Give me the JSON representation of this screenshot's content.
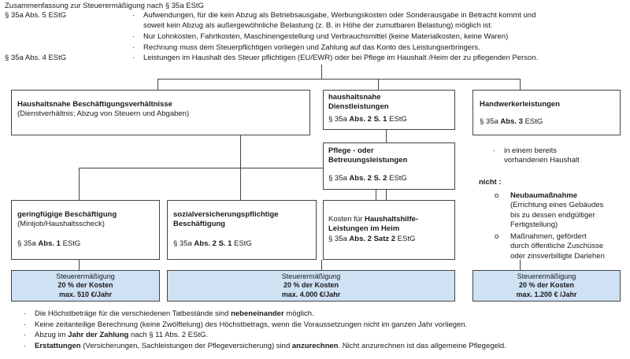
{
  "header": {
    "title": "Zusammenfassung zur Steuerermäßigung nach § 35a EStG",
    "ref1": "§ 35a Abs. 5 EStG",
    "ref2": "§ 35a Abs. 4 EStG",
    "bullet_sym": "·",
    "bullets": [
      "Aufwendungen, für die kein Abzug als Betriebsausgabe, Werbungskosten oder Sonderausgabe in Betracht kommt und",
      "soweit kein Abzug als außergewöhnliche Belastung (z. B. in Höhe der zumutbaren Belastung) möglich ist.",
      "Nur Lohnkosten, Fahrtkosten, Maschinengestellung und Verbrauchsmittel (keine Materialkosten, keine Waren)",
      "Rechnung muss dem Steuerpflichtigen vorliegen und Zahlung auf das Konto des Leistungserbringers.",
      "Leistungen im Haushalt des Steuer pflichtigen (EU/EWR) oder bei Pflege im Haushalt /Heim der zu pflegenden Person."
    ]
  },
  "boxes": {
    "hh_beschaeftigung": {
      "title": "Haushaltsnahe Beschäftigungsverhältnisse",
      "sub": "(Dienstverhältnis; Abzug von Steuern und Abgaben)"
    },
    "hh_dienst": {
      "title1": "haushaltsnahe",
      "title2": "Dienstleistungen",
      "ref_pre": "§ 35a ",
      "ref_bold": "Abs. 2 S. 1",
      "ref_post": " EStG"
    },
    "pflege": {
      "title1": "Pflege - oder",
      "title2": "Betreuungsleistungen",
      "ref_pre": "§ 35a ",
      "ref_bold": "Abs. 2 S. 2",
      "ref_post": " EStG"
    },
    "heim": {
      "line1_pre": "Kosten für ",
      "line1_bold": "Haushaltshilfe-",
      "line2_bold": "Leistungen im Heim",
      "ref_pre": "§ 35a ",
      "ref_bold": "Abs. 2 Satz 2",
      "ref_post": " EStG"
    },
    "geringfuegig": {
      "title": "geringfügige Beschäftigung",
      "sub": "(Minijob/Haushaltsscheck)",
      "ref_pre": "§ 35a ",
      "ref_bold": "Abs. 1",
      "ref_post": " EStG"
    },
    "svpflichtig": {
      "title1": "sozialversicherungspflichtige",
      "title2": "Beschäftigung",
      "ref_pre": "§ 35a ",
      "ref_bold": "Abs. 2 S. 1",
      "ref_post": " EStG"
    },
    "handwerker": {
      "title": "Handwerkerleistungen",
      "ref_pre": "§ 35a ",
      "ref_bold": "Abs. 3",
      "ref_post": " EStG",
      "bullet1": "in einem bereits",
      "bullet2": "vorhandenen Haushalt",
      "nicht": "nicht :",
      "o": "o",
      "n1_title": "Neubaumaßnahme",
      "n1_l1": "(Errichtung eines Gebäudes",
      "n1_l2": "bis zu dessen endgültiger",
      "n1_l3": "Fertigstellung)",
      "n2_l1": "Maßnahmen, gefördert",
      "n2_l2": "durch öffentliche Zuschüsse",
      "n2_l3": "oder zinsverbilligte Darlehen"
    }
  },
  "costs": [
    {
      "label": "Steuerermäßigung",
      "pct": "20  % der Kosten",
      "max": "max. 510  €/Jahr"
    },
    {
      "label": "Steuerermäßigung",
      "pct": "20  % der Kosten",
      "max": "max. 4.000  €/Jahr"
    },
    {
      "label": "Steuerermäßigung",
      "pct": "20  % der Kosten",
      "max": "max. 1.200  € /Jahr"
    }
  ],
  "footer": {
    "f1_pre": "Die Höchstbeträge für die verschiedenen Tatbestände sind ",
    "f1_bold": "nebeneinander",
    "f1_post": " möglich.",
    "f2": "Keine zeitanteilige Berechnung (keine Zwölftelung) des Höchstbetrags, wenn die Voraussetzungen nicht im ganzen Jahr vorliegen.",
    "f3_pre": "Abzug im ",
    "f3_bold": "Jahr der Zahlung",
    "f3_post": " nach § 11 Abs. 2 EStG.",
    "f4_bold1": "Erstattungen",
    "f4_mid": " (Versicherungen, Sachleistungen der Pflegeversicherung) sind ",
    "f4_bold2": "anzurechnen",
    "f4_post": ". Nicht anzurechnen ist das allgemeine Pflegegeld."
  }
}
